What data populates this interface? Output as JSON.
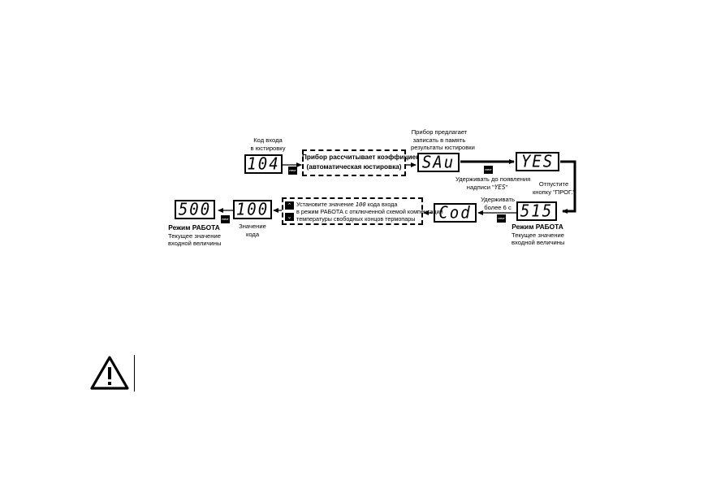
{
  "displays": {
    "d104": "104",
    "sau": "SAu",
    "yes": "YES",
    "s15": "515",
    "cod": "Cod",
    "v100": "100",
    "v500": "500"
  },
  "labels": {
    "code_input": "Код входа",
    "code_input2": "в юстировку",
    "calc_line1": "Прибор рассчитывает коэффициенты",
    "calc_line2": "(автоматическая юстировка)",
    "offer1": "Прибор предлагает",
    "offer2": "записать в память",
    "offer3": "результаты юстировки",
    "hold1": "Удерживать до появления",
    "hold2": "надписи \"",
    "hold2_code": "YES",
    "hold2_end": "\"",
    "release1": "Отпустите",
    "release2": "кнопку \"ПРОГ.\"",
    "hold6_1": "Удерживать",
    "hold6_2": "более 6 с",
    "mode_work_right": "Режим РАБОТА",
    "current1_right": "Текущее значение",
    "current2_right": "входной величины",
    "set1_pre": "Установите значение",
    "set1_code": "100",
    "set1_post": "кода входа",
    "set2": "в режим РАБОТА с отключенной схемой компенсации",
    "set3": "температуры свободных концов термопары",
    "value1": "Значение",
    "value2": "кода",
    "mode_work_left": "Режим РАБОТА",
    "current1_left": "Текущее значение",
    "current2_left": "входной величины"
  },
  "buttons": {
    "prog": "ПРОГ"
  },
  "icons": {
    "up": "up-chevron-icon",
    "down": "down-chevron-icon",
    "warning": "warning-icon"
  }
}
